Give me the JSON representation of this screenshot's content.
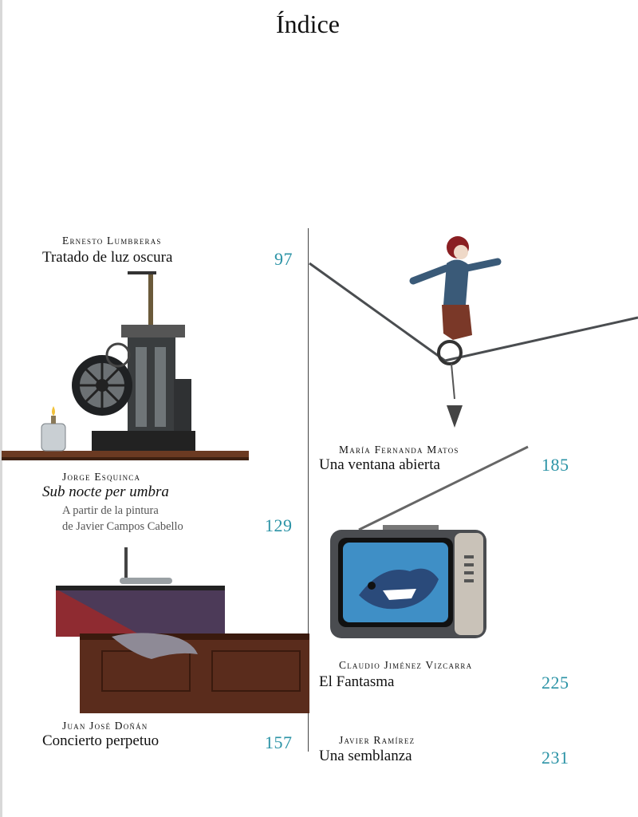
{
  "page": {
    "title": "Índice"
  },
  "entries": [
    {
      "author": "Ernesto Lumbreras",
      "work": "Tratado de luz oscura",
      "page": "97"
    },
    {
      "author": "Jorge Esquinca",
      "work": "Sub nocte per umbra",
      "note_1": "A partir de la pintura",
      "note_2": "de Javier Campos Cabello",
      "page": "129"
    },
    {
      "author": "Juan José Doñán",
      "work": "Concierto perpetuo",
      "page": "157"
    },
    {
      "author": "María Fernanda Matos",
      "work": "Una ventana abierta",
      "page": "185"
    },
    {
      "author": "Claudio Jiménez Vizcarra",
      "work": "El Fantasma",
      "page": "225"
    },
    {
      "author": "Javier Ramírez",
      "work": "Una semblanza",
      "page": "231"
    }
  ],
  "illustrations": {
    "machine": "steam-engine-illustration",
    "phonograph": "phonograph-desk-illustration",
    "unicycle": "tightrope-unicyclist-illustration",
    "tv": "television-wolf-illustration"
  },
  "colors": {
    "page_number": "#2b93a6",
    "text": "#111111"
  }
}
